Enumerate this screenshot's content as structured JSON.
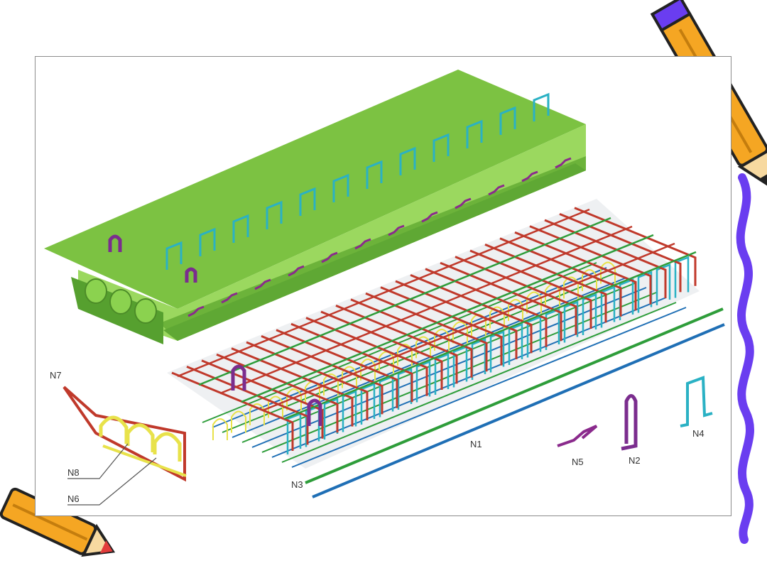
{
  "figure": {
    "labels": {
      "n1": "N1",
      "n2": "N2",
      "n3": "N3",
      "n4": "N4",
      "n5": "N5",
      "n6": "N6",
      "n7": "N7",
      "n8": "N8"
    }
  },
  "colors": {
    "slab": "#7cc242",
    "slab_dark": "#56a02f",
    "slab_light": "#9bd85f",
    "bar_n1": "#1f6fb5",
    "bar_n3": "#2e9d3a",
    "bar_n2": "#7b2d8e",
    "bar_n4": "#2ab1c4",
    "bar_n5": "#8a2a8c",
    "bar_n7": "#c0392b",
    "bar_n8": "#e8e24a",
    "wavy_border": "#6a3df0",
    "pencil_body": "#f5a623",
    "pencil_tip": "#e23b3b"
  },
  "decorations": [
    "pencil-icon-top-right",
    "pencil-icon-bottom-left",
    "wavy-border-right"
  ]
}
